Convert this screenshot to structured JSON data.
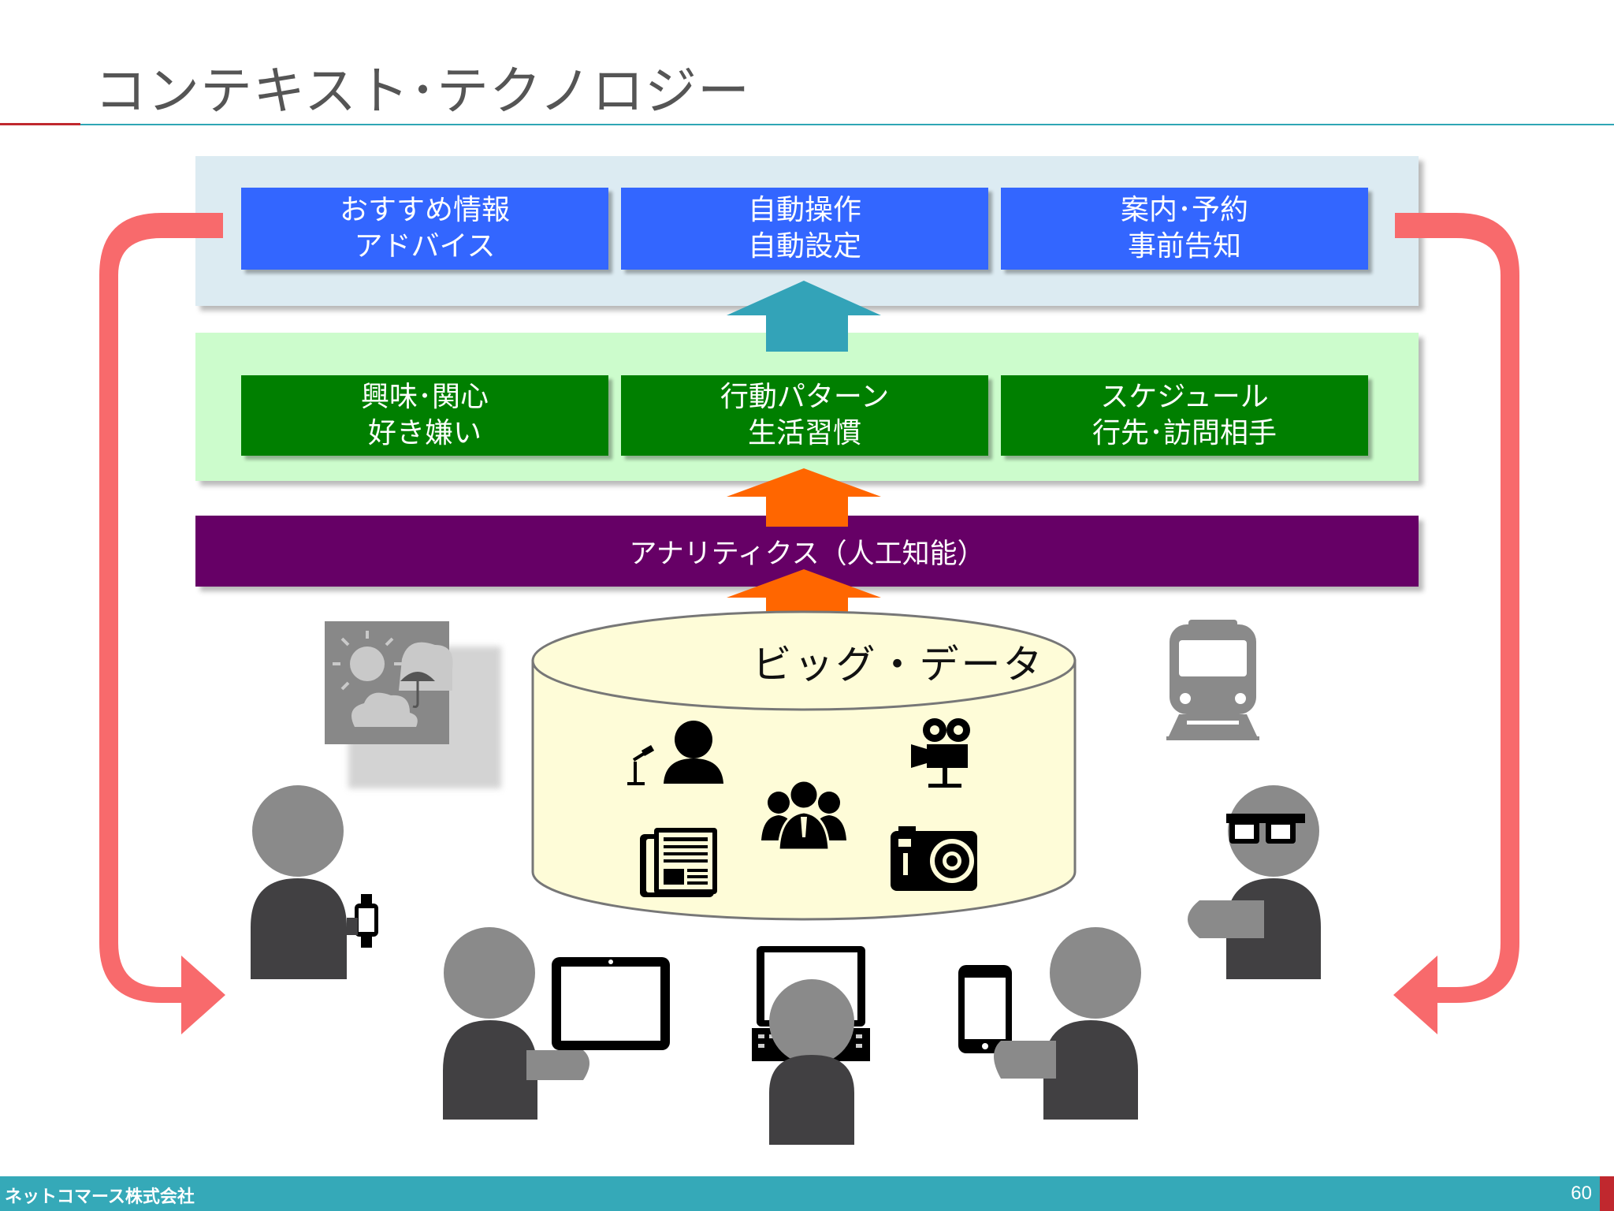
{
  "slide": {
    "title": "コンテキスト･テクノロジー",
    "page_number": "60",
    "footer_company": "ネットコマース株式会社"
  },
  "outputs": [
    {
      "line1": "おすすめ情報",
      "line2": "アドバイス"
    },
    {
      "line1": "自動操作",
      "line2": "自動設定"
    },
    {
      "line1": "案内･予約",
      "line2": "事前告知"
    }
  ],
  "context": [
    {
      "line1": "興味･関心",
      "line2": "好き嫌い"
    },
    {
      "line1": "行動パターン",
      "line2": "生活習慣"
    },
    {
      "line1": "スケジュール",
      "line2": "行先･訪問相手"
    }
  ],
  "analytics": {
    "label": "アナリティクス（人工知能）"
  },
  "database": {
    "label": "ビッグ・データ"
  },
  "colors": {
    "output_box": "#3366ff",
    "context_box": "#007f00",
    "analytics_band": "#660066",
    "loop_arrow": "#f86a6c",
    "upper_arrow": "#33a3b8",
    "lower_arrows": "#ff6600",
    "footer": "#35a9b8"
  },
  "icons": [
    "weather-icon",
    "train-icon",
    "reporter-icon",
    "video-camera-icon",
    "group-icon",
    "newspaper-icon",
    "photo-camera-icon",
    "smartwatch-user-icon",
    "tablet-user-icon",
    "laptop-user-icon",
    "smartphone-user-icon",
    "smart-glasses-user-icon"
  ]
}
